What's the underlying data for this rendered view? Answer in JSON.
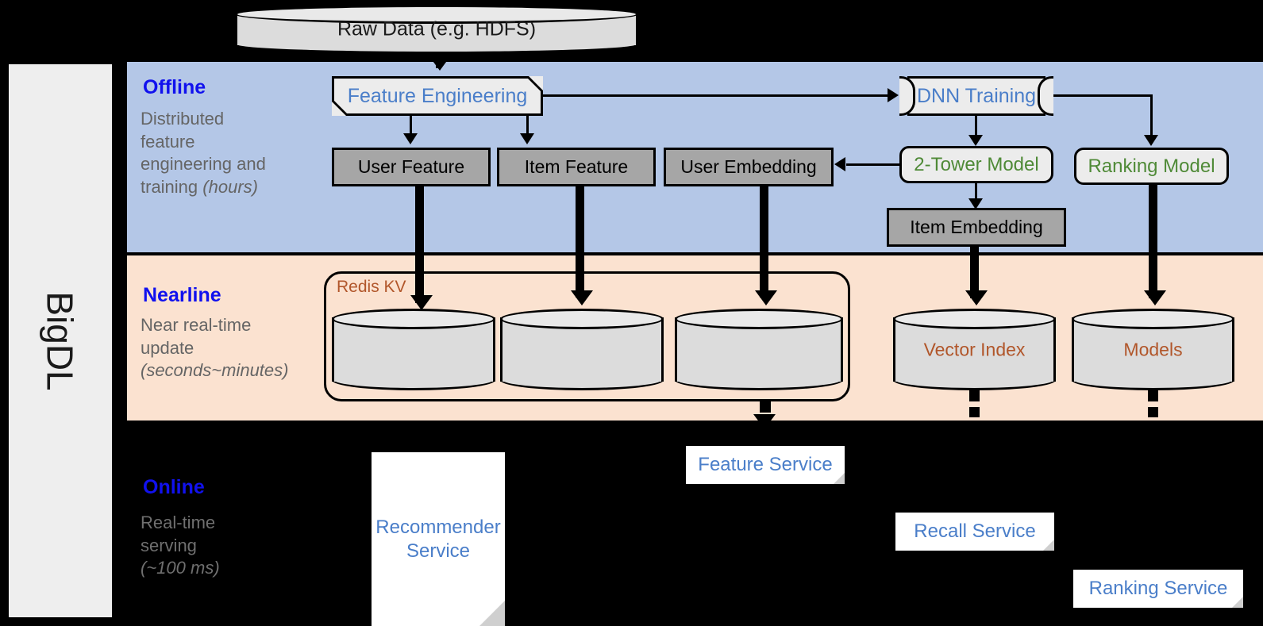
{
  "diagram": {
    "framework_label": "BigDL",
    "bands": [
      {
        "id": "offline",
        "title": "Offline",
        "subtitle_line1": "Distributed",
        "subtitle_line2": "feature",
        "subtitle_line3": "engineering and",
        "subtitle_line4": "training ",
        "subtitle_italic": "(hours)",
        "background_color": "#b4c7e7"
      },
      {
        "id": "nearline",
        "title": "Nearline",
        "subtitle_line1": "Near real-time",
        "subtitle_line2": "update",
        "subtitle_italic": "(seconds~minutes)",
        "background_color": "#fbe2d0"
      },
      {
        "id": "online",
        "title": "Online",
        "subtitle_line1": "Real-time",
        "subtitle_line2": "serving",
        "subtitle_italic": "(~100 ms)",
        "background_color": "#000000"
      }
    ],
    "nodes": {
      "raw_data": "Raw Data (e.g. HDFS)",
      "feature_engineering": "Feature Engineering",
      "dnn_training": "DNN Training",
      "user_feature": "User Feature",
      "item_feature": "Item Feature",
      "user_embedding": "User Embedding",
      "two_tower_model": "2-Tower Model",
      "ranking_model": "Ranking Model",
      "item_embedding": "Item Embedding",
      "redis_kv": "Redis KV",
      "vector_index": "Vector Index",
      "models": "Models",
      "feature_service": "Feature Service",
      "recommender_service_line1": "Recommender",
      "recommender_service_line2": "Service",
      "recall_service": "Recall Service",
      "ranking_service": "Ranking Service"
    },
    "colors": {
      "offline_band": "#b4c7e7",
      "nearline_band": "#fbe2d0",
      "online_band": "#000000",
      "blue_label": "#1111ee",
      "blue_node_text": "#4a7ec9",
      "green_node_text": "#4f8a37",
      "tan_node_text": "#b1562a",
      "gray_store": "#a6a6a6",
      "process_fill": "#ececec",
      "cylinder_fill": "#dcdcdc",
      "sidebar_fill": "#eeeeee"
    }
  }
}
